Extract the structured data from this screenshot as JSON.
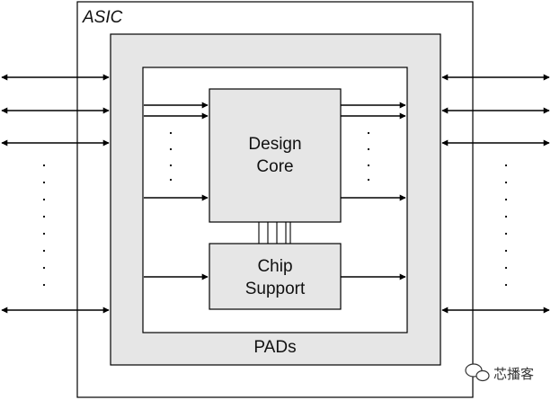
{
  "asic_label": "ASIC",
  "pads_label": "PADs",
  "design_core": {
    "line1": "Design",
    "line2": "Core"
  },
  "chip_support": {
    "line1": "Chip",
    "line2": "Support"
  },
  "watermark": "芯播客",
  "colors": {
    "pad_ring_fill": "#e6e6e6",
    "block_fill": "#e6e6e6",
    "stroke": "#000000",
    "watermark": "#333333"
  }
}
